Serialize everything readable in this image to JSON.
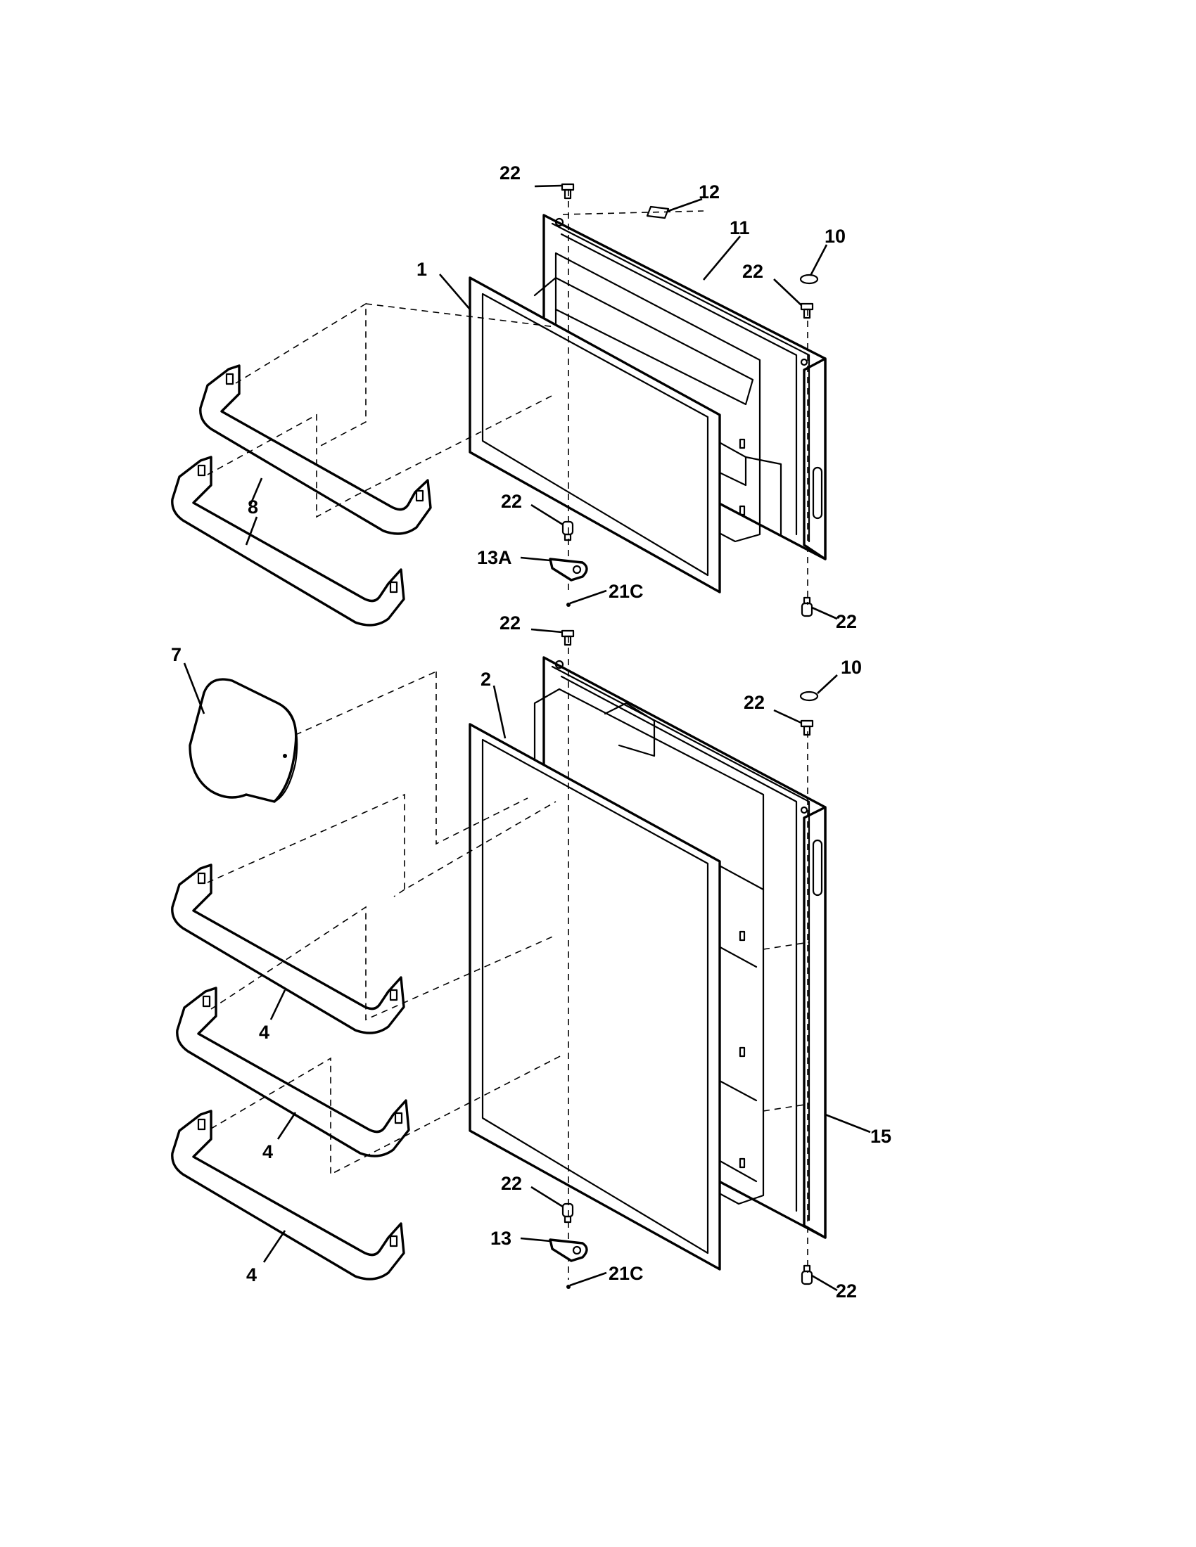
{
  "callouts": {
    "c1": "1",
    "c2": "2",
    "c4a": "4",
    "c4b": "4",
    "c4c": "4",
    "c7": "7",
    "c8": "8",
    "c10a": "10",
    "c10b": "10",
    "c11": "11",
    "c12": "12",
    "c13": "13",
    "c13a": "13A",
    "c15": "15",
    "c21ca": "21C",
    "c21cb": "21C",
    "c22a": "22",
    "c22b": "22",
    "c22c": "22",
    "c22d": "22",
    "c22e": "22",
    "c22f": "22",
    "c22g": "22",
    "c22h": "22"
  }
}
